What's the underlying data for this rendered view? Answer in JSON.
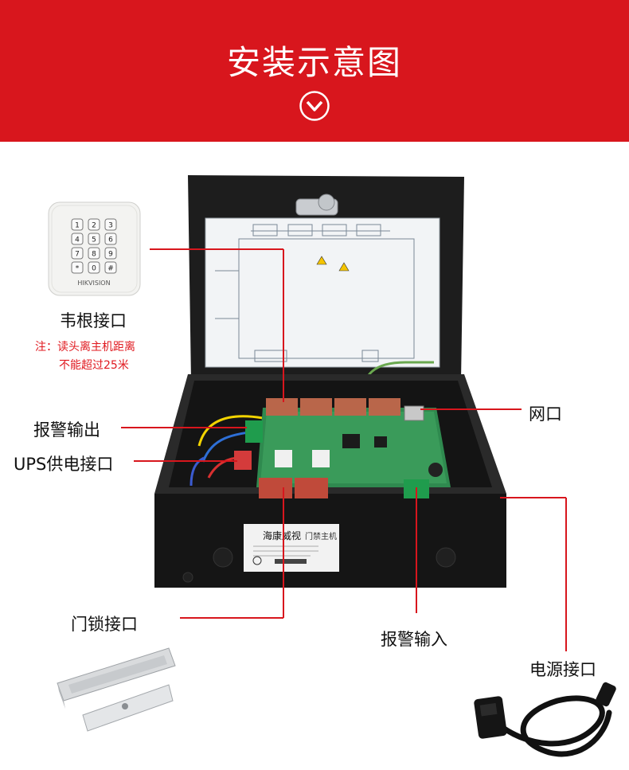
{
  "header": {
    "title": "安装示意图",
    "bg_color": "#d8161d",
    "icon": "chevron-down-circle-icon"
  },
  "labels": {
    "reader": "韦根接口",
    "reader_note_1": "注：读头离主机距离",
    "reader_note_2": "不能超过25米",
    "alarm_output": "报警输出",
    "ups": "UPS供电接口",
    "network": "网口",
    "lock": "门锁接口",
    "alarm_input": "报警输入",
    "power": "电源接口"
  },
  "keypad": {
    "keys": [
      "1",
      "2",
      "3",
      "4",
      "5",
      "6",
      "7",
      "8",
      "9",
      "*",
      "0",
      "#"
    ],
    "brand": "HIKVISION"
  },
  "box": {
    "sticker_brand": "海康威视",
    "sticker_title": "门禁主机"
  },
  "line_color": "#d8161d",
  "note_color": "#e0191f"
}
